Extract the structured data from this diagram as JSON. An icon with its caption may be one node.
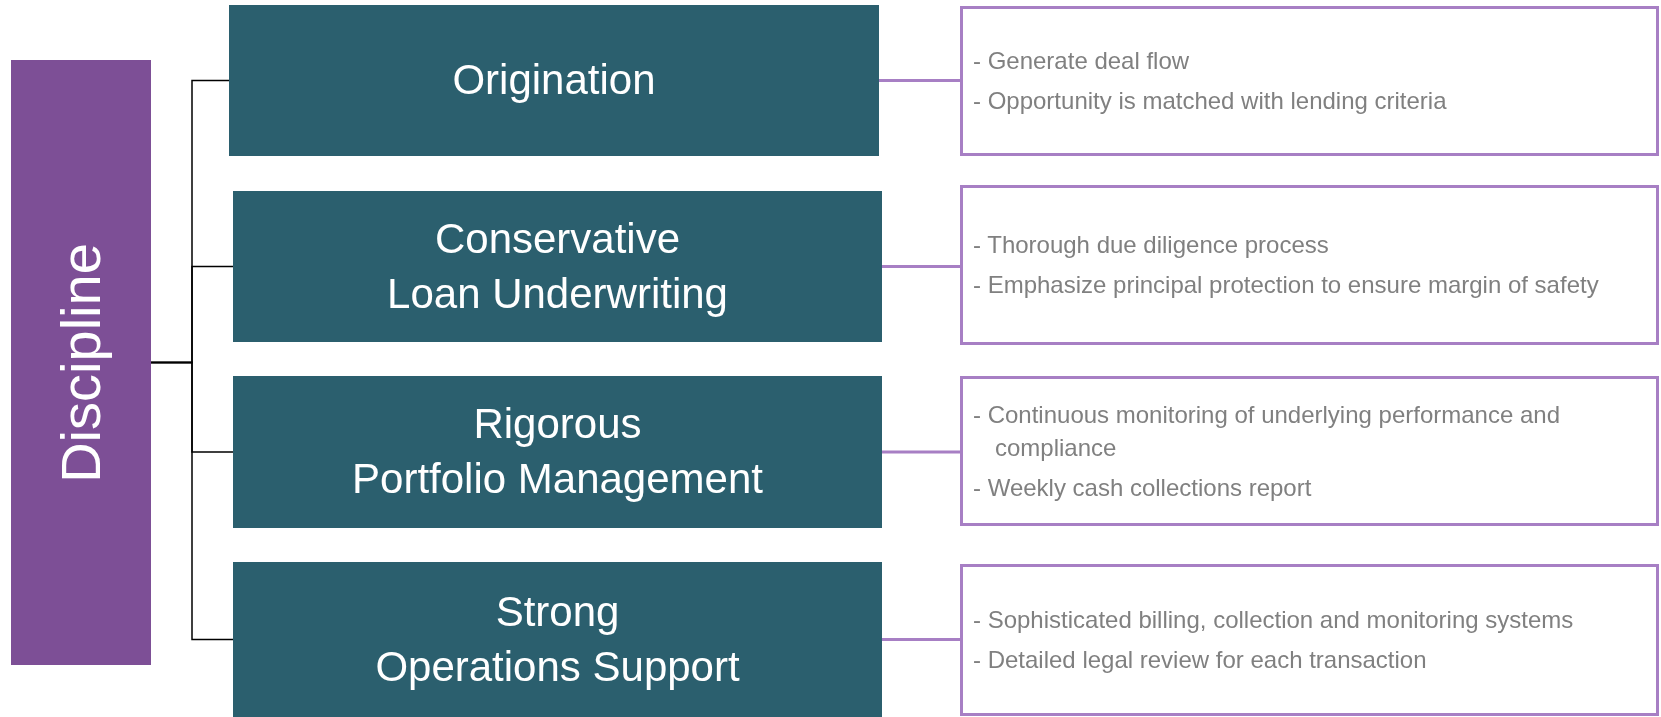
{
  "diagram": {
    "nodes": [
      {
        "text": [
          "Discipline"
        ]
      },
      {
        "text": [
          "Origination"
        ]
      },
      {
        "text": [
          "- Generate deal flow",
          "- Opportunity is matched with lending criteria"
        ]
      },
      {
        "text": [
          "Conservative Loan Underwriting"
        ]
      },
      {
        "text": [
          "- Thorough due diligence process",
          "- Emphasize principal protection to ensure margin of safety"
        ]
      },
      {
        "text": [
          "Rigorous Portfolio Management"
        ]
      },
      {
        "text": [
          "- Continuous monitoring of underlying performance and compliance",
          "- Weekly cash collections report"
        ]
      },
      {
        "text": [
          "Strong Operations Support"
        ]
      },
      {
        "text": [
          "- Sophisticated billing, collection and monitoring systems",
          "- Detailed legal review for each transaction"
        ]
      }
    ],
    "edges": [
      {
        "from": 0,
        "to": 1,
        "arrow": "none"
      },
      {
        "from": 0,
        "to": 3,
        "arrow": "none"
      },
      {
        "from": 0,
        "to": 5,
        "arrow": "none"
      },
      {
        "from": 0,
        "to": 7,
        "arrow": "none"
      },
      {
        "from": 1,
        "to": 2,
        "arrow": "none",
        "color": "#a77fc4"
      },
      {
        "from": 3,
        "to": 4,
        "arrow": "none",
        "color": "#a77fc4"
      },
      {
        "from": 5,
        "to": 6,
        "arrow": "none",
        "color": "#a77fc4"
      },
      {
        "from": 7,
        "to": 8,
        "arrow": "none",
        "color": "#a77fc4"
      }
    ]
  }
}
